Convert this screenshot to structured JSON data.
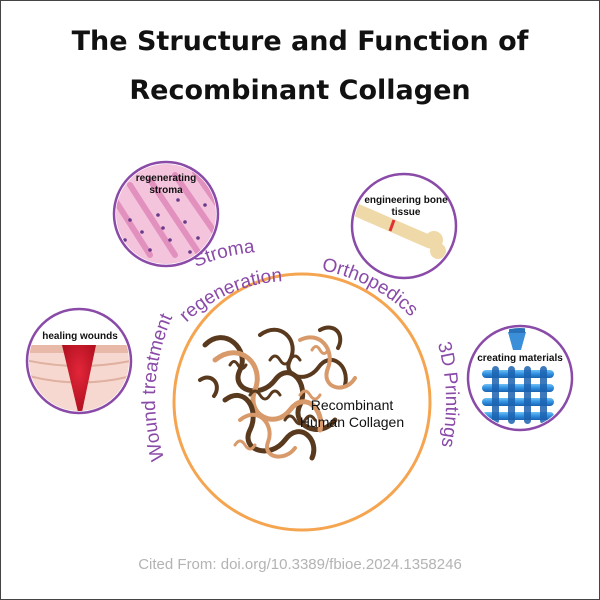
{
  "title_line1": "The Structure and Function of",
  "title_line2": "Recombinant Collagen",
  "center": {
    "line1": "Recombinant",
    "line2": "Human Collagen"
  },
  "arc_labels": {
    "stroma_line1": "Stroma",
    "stroma_line2": "regeneration",
    "orthopedics": "Orthopedics",
    "wound": "Wound treatment",
    "printing": "3D Printings"
  },
  "bubbles": {
    "stroma_line1": "regenerating",
    "stroma_line2": "stroma",
    "bone_line1": "engineering bone",
    "bone_line2": "tissue",
    "wound": "healing wounds",
    "materials": "creating materials"
  },
  "citation": "Cited From: doi.org/10.3389/fbioe.2024.1358246",
  "colors": {
    "purple": "#8a4aa8",
    "orange": "#f5a550",
    "protein_dark": "#5a3a1e",
    "protein_light": "#d89a6a"
  }
}
